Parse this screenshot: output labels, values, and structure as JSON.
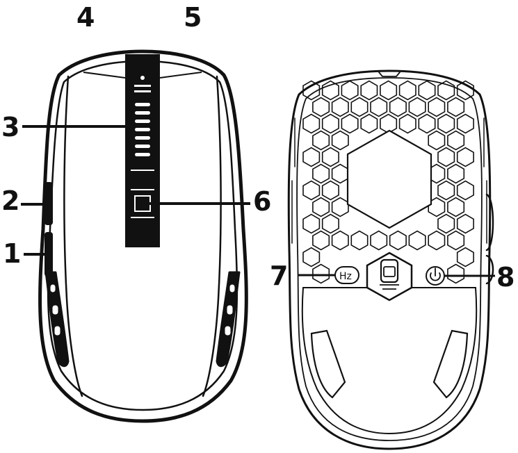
{
  "callouts": {
    "c1": "1",
    "c2": "2",
    "c3": "3",
    "c4": "4",
    "c5": "5",
    "c6": "6",
    "c7": "7",
    "c8": "8"
  },
  "buttons": {
    "hz_label": "Hz"
  },
  "colors": {
    "line": "#111111",
    "background": "#ffffff"
  }
}
